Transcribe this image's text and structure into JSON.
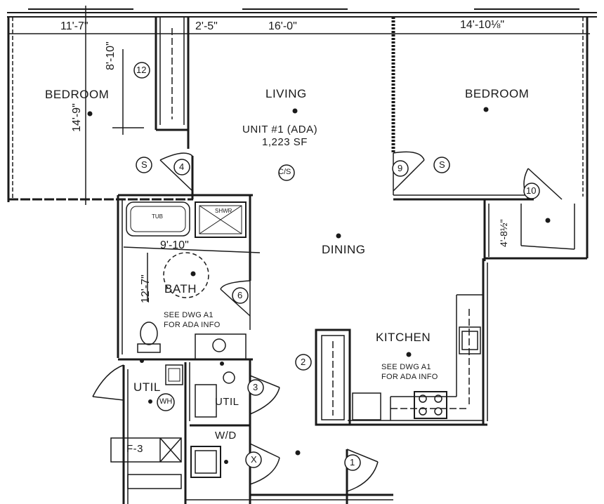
{
  "rooms": {
    "bedroom_left": "BEDROOM",
    "bedroom_right": "BEDROOM",
    "living": "LIVING",
    "unit": "UNIT #1 (ADA)",
    "area": "1,223 SF",
    "dining": "DINING",
    "bath": "BATH",
    "bath_note_1": "SEE DWG A1",
    "bath_note_2": "FOR ADA INFO",
    "kitchen": "KITCHEN",
    "kitchen_note_1": "SEE DWG A1",
    "kitchen_note_2": "FOR ADA INFO",
    "util_left": "UTIL",
    "util_right": "UTIL",
    "wd": "W/D",
    "f3": "F-3",
    "cs": "C/S",
    "wh": "WH",
    "tub": "TUB",
    "shwr": "SHWR"
  },
  "dimensions": {
    "d1": "11'-7\"",
    "d2": "2'-5\"",
    "d3": "16'-0\"",
    "d4": "14'-10⅛\"",
    "d5": "8'-10\"",
    "d6": "14'-9\"",
    "d7": "9'-10\"",
    "d8": "12'-7\"",
    "d9": "4'-8½\""
  },
  "door_tags": [
    "12",
    "4",
    "S",
    "9",
    "S",
    "10",
    "6",
    "2",
    "3",
    "X",
    "1"
  ]
}
